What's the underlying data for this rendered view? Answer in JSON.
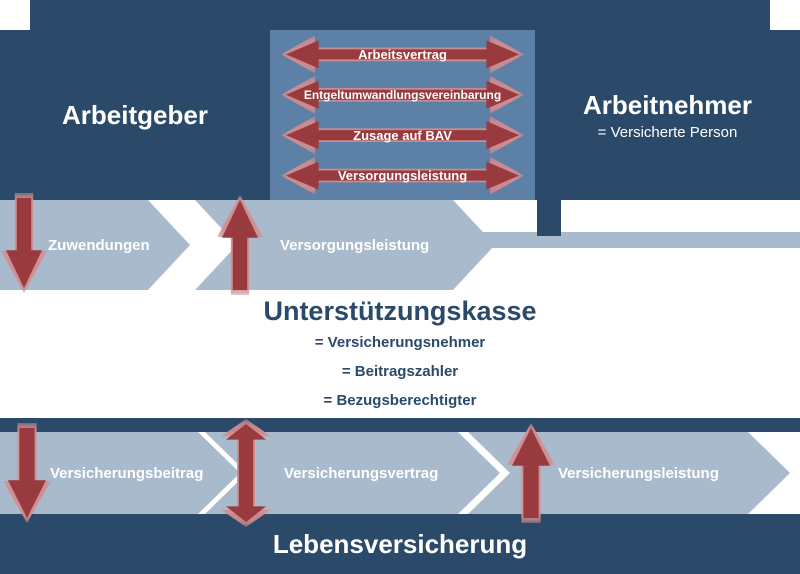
{
  "colors": {
    "navy": "#2b4a6a",
    "steel_blue": "#5d80a6",
    "light_steel": "#a8bacc",
    "arrow_red": "#993a3f",
    "arrow_glow": "#d18d90",
    "text_light": "#ffffff"
  },
  "employer": {
    "title": "Arbeitgeber"
  },
  "employee": {
    "title": "Arbeitnehmer",
    "subtitle": "= Versicherte Person"
  },
  "contracts": [
    {
      "label": "Arbeitsvertrag",
      "direction": "both"
    },
    {
      "label": "Entgeltumwandlungsvereinbarung",
      "direction": "both"
    },
    {
      "label": "Zusage auf BAV",
      "direction": "both"
    },
    {
      "label": "Versorgungsleistung",
      "direction": "both"
    }
  ],
  "fund_flows": [
    {
      "label": "Zuwendungen",
      "direction": "down"
    },
    {
      "label": "Versorgungsleistung",
      "direction": "up"
    }
  ],
  "fund": {
    "title": "Unterstützungskasse",
    "roles": [
      "= Versicherungsnehmer",
      "= Beitragszahler",
      "= Bezugsberechtigter"
    ]
  },
  "insurance_flows": [
    {
      "label": "Versicherungsbeitrag",
      "direction": "down"
    },
    {
      "label": "Versicherungsvertrag",
      "direction": "both"
    },
    {
      "label": "Versicherungsleistung",
      "direction": "up"
    }
  ],
  "insurer": {
    "title": "Lebensversicherung"
  }
}
